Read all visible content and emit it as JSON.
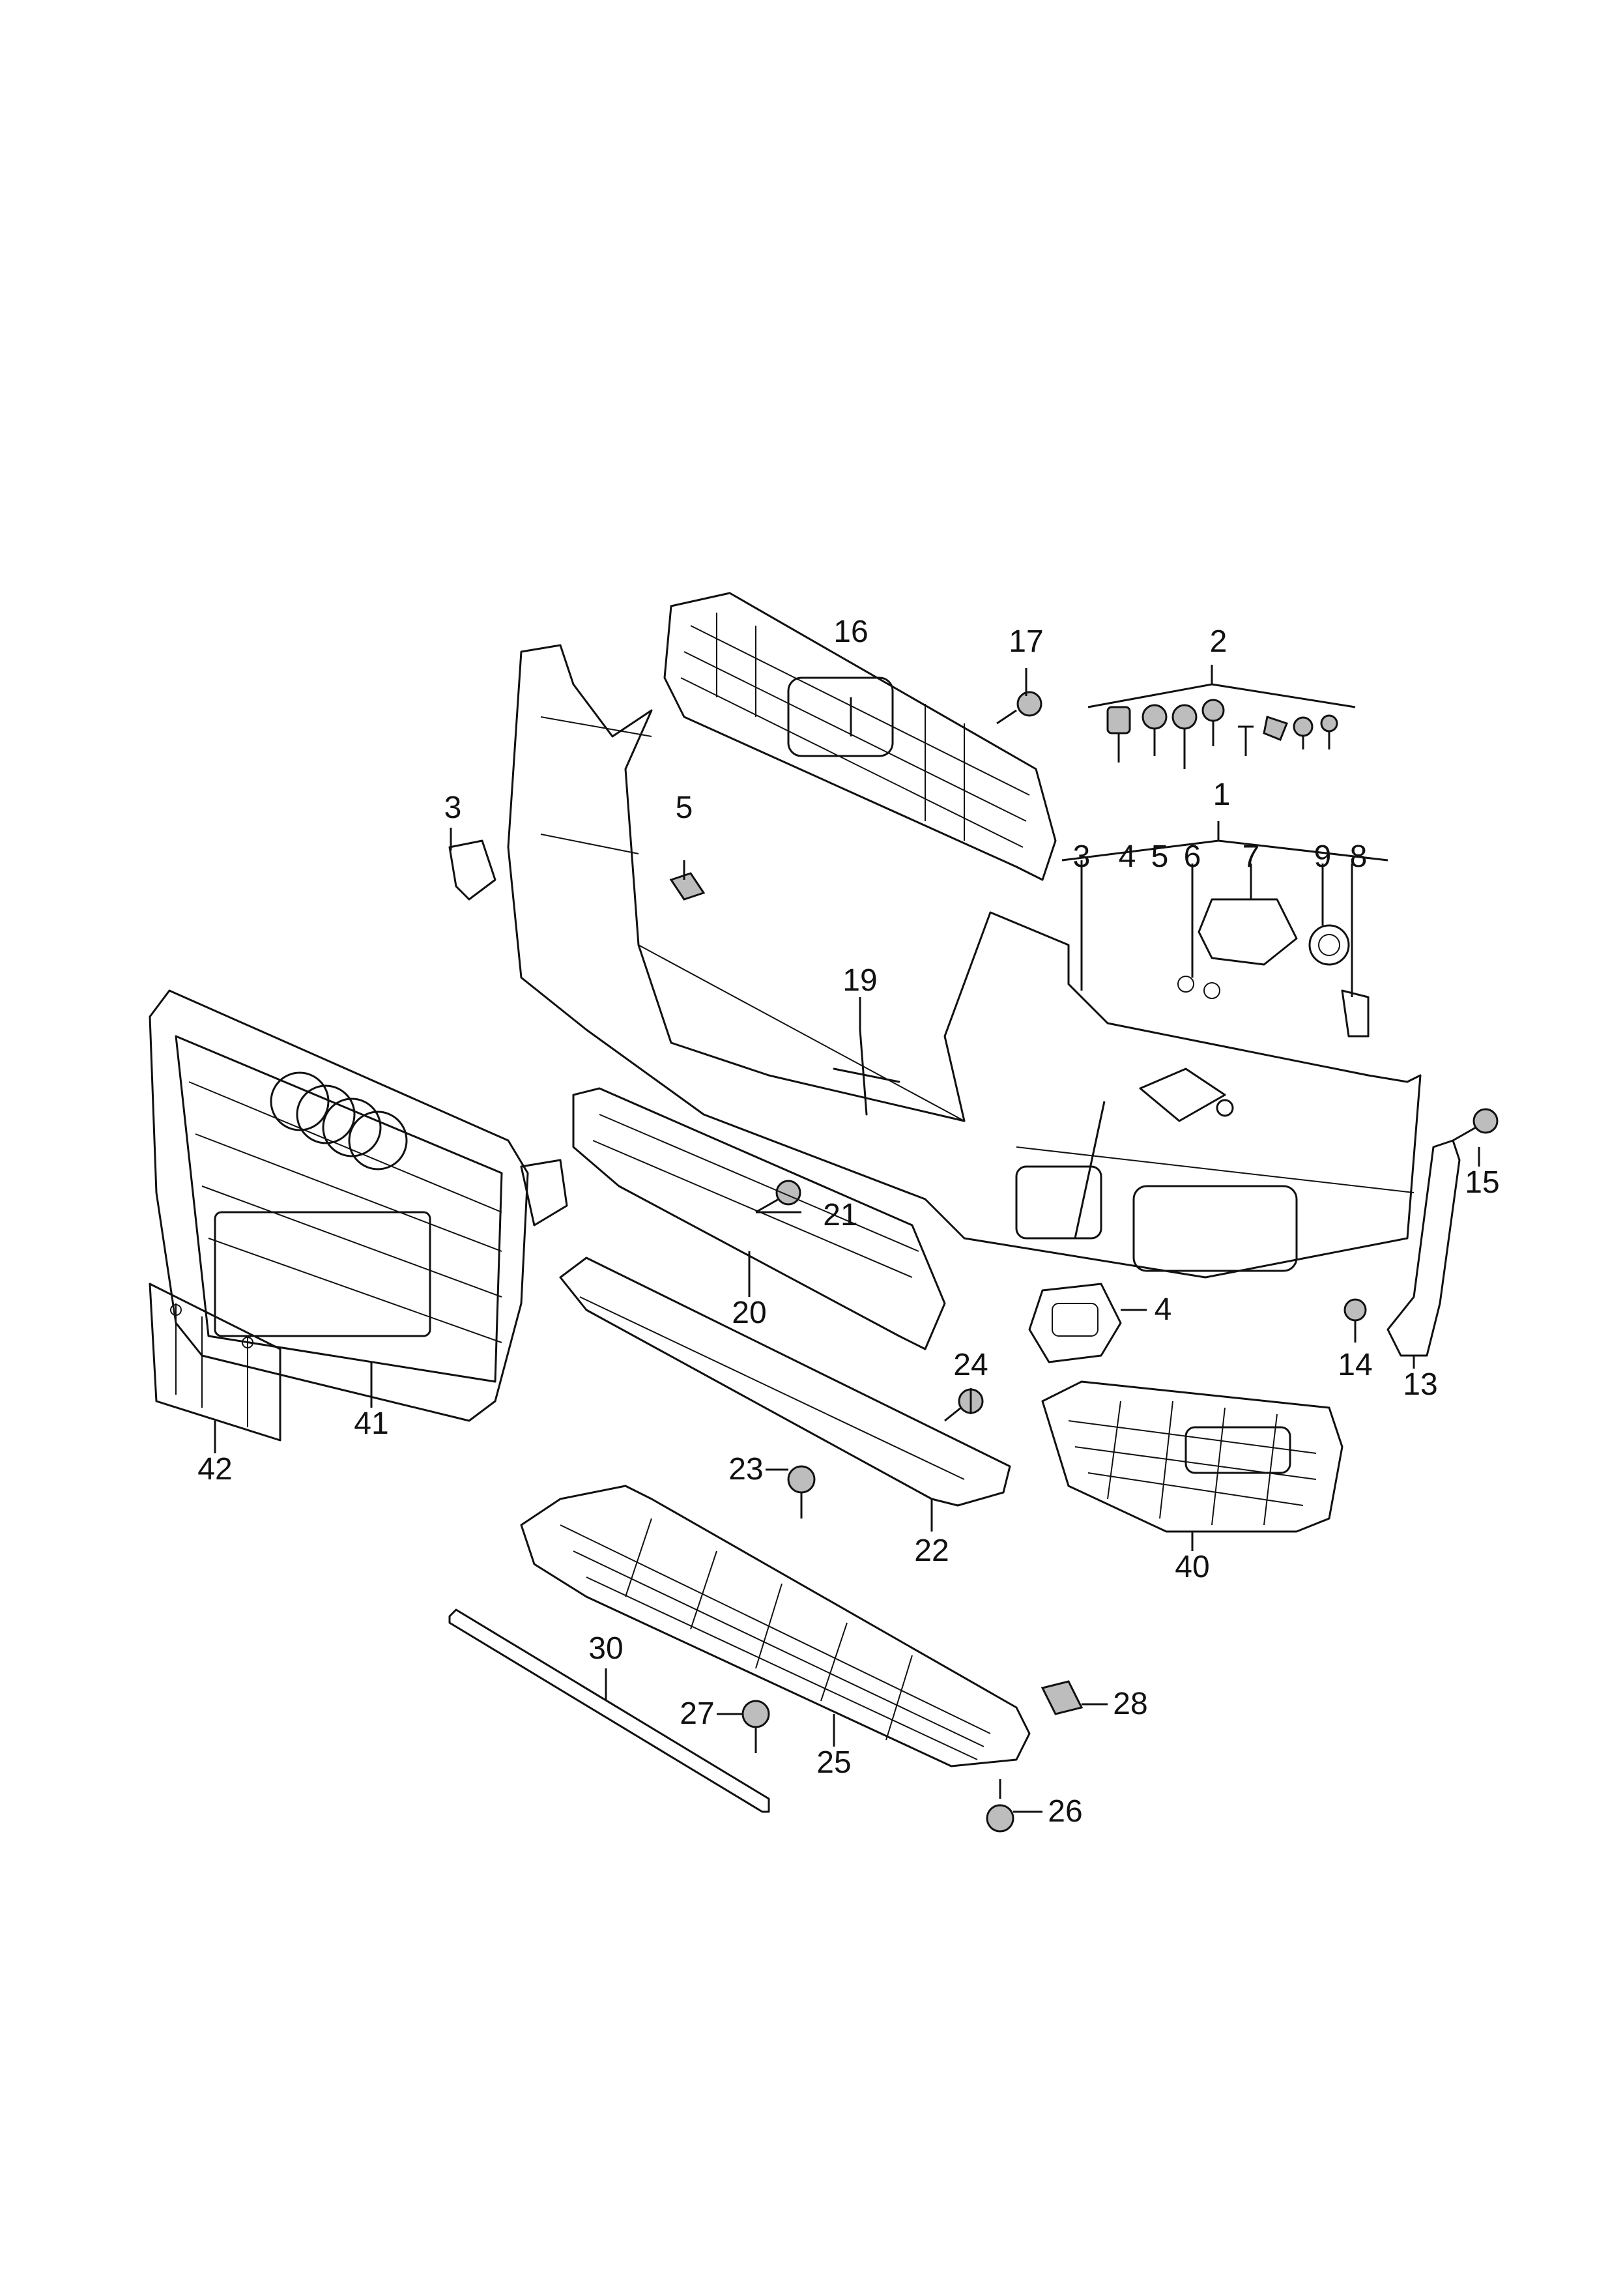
{
  "callouts": [
    "1",
    "2",
    "3",
    "3",
    "4",
    "4",
    "5",
    "5",
    "6",
    "7",
    "8",
    "9",
    "13",
    "14",
    "15",
    "16",
    "17",
    "19",
    "20",
    "21",
    "22",
    "23",
    "24",
    "25",
    "26",
    "27",
    "28",
    "30",
    "40",
    "41",
    "42"
  ],
  "colors": {
    "ink": "#111111",
    "fill": "#bdbdbd",
    "background": "#ffffff"
  }
}
